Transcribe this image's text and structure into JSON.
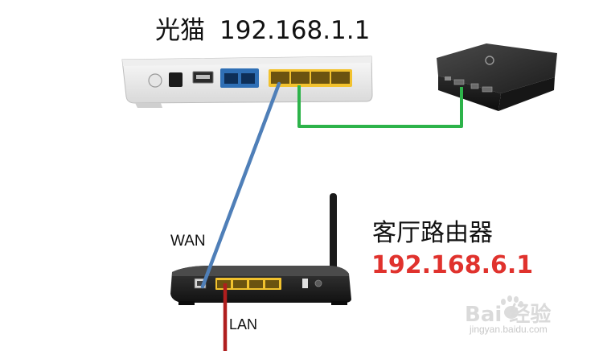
{
  "modem": {
    "name": "光猫",
    "ip": "192.168.1.1"
  },
  "router": {
    "name": "客厅路由器",
    "ip": "192.168.6.1"
  },
  "cables": {
    "wan_label": "WAN",
    "lan_label": "LAN"
  },
  "colors": {
    "wan_cable": "#4f7fb8",
    "lan_cable": "#b01e1e",
    "tvbox_cable": "#2db34a",
    "router_ip": "#e0322d",
    "ports": "#f2c22e"
  },
  "watermark": {
    "brand": "Bai 经验",
    "url": "jingyan.baidu.com"
  }
}
